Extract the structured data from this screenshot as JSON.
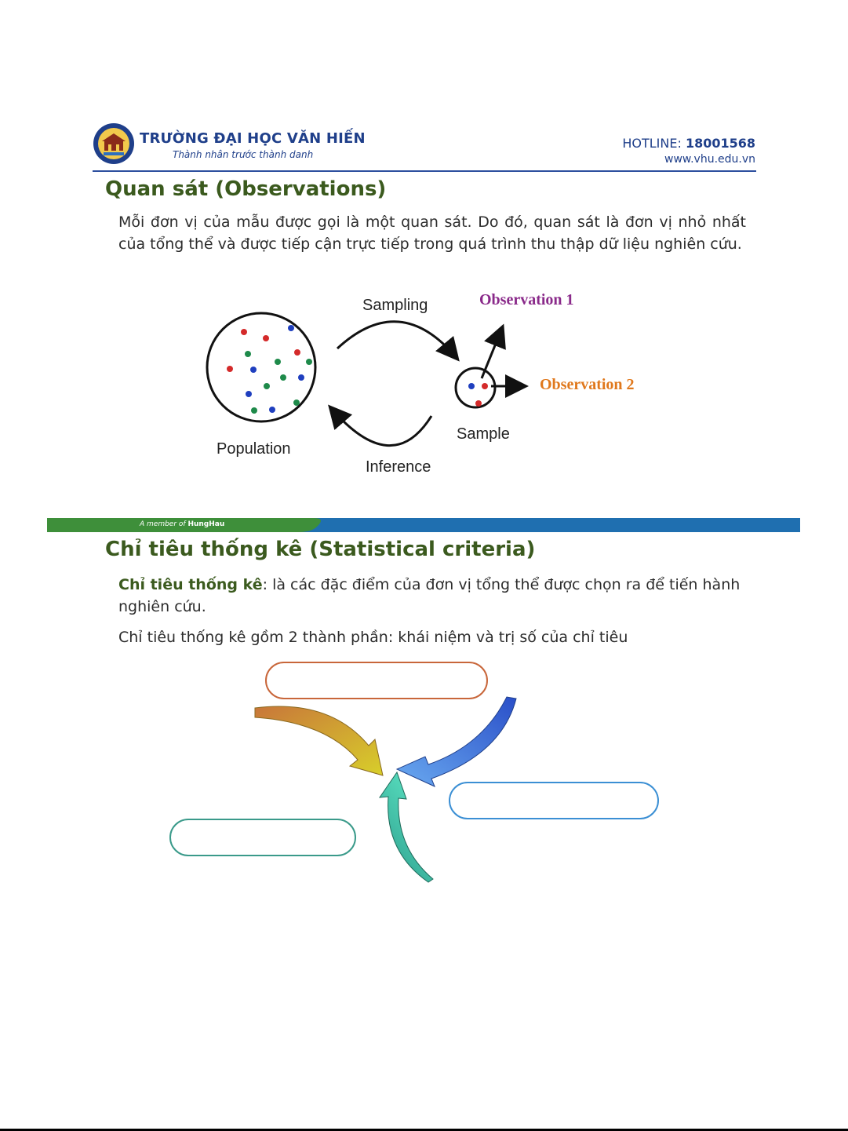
{
  "header": {
    "school_name": "TRƯỜNG ĐẠI HỌC VĂN HIẾN",
    "motto": "Thành nhân trước thành danh",
    "hotline_label": "HOTLINE: ",
    "hotline_number": "18001568",
    "website": "www.vhu.edu.vn"
  },
  "section1": {
    "title": "Quan sát (Observations)",
    "paragraph": "Mỗi đơn vị của mẫu được gọi là một quan sát. Do đó, quan sát là đơn vị nhỏ nhất của tổng thể và được tiếp cận trực tiếp trong quá trình thu thập dữ liệu nghiên cứu."
  },
  "diagram": {
    "sampling": "Sampling",
    "inference": "Inference",
    "population": "Population",
    "sample": "Sample",
    "observation1": "Observation 1",
    "observation2": "Observation 2",
    "colors": {
      "red": "#d42a2a",
      "green": "#1e8a4a",
      "blue": "#1f3fbf",
      "obs1": "#8a2a8a",
      "obs2": "#e0781c"
    }
  },
  "footer": {
    "member_prefix": "A member of ",
    "member_name": "HungHau"
  },
  "section2": {
    "title": "Chỉ tiêu thống kê (Statistical criteria)",
    "term": "Chỉ tiêu thống kê",
    "definition": ": là các đặc điểm của đơn vị tổng thể được chọn ra để tiến hành nghiên cứu.",
    "components": "Chỉ tiêu thống kê gồm 2 thành phần: khái niệm và trị số của chỉ tiêu"
  }
}
